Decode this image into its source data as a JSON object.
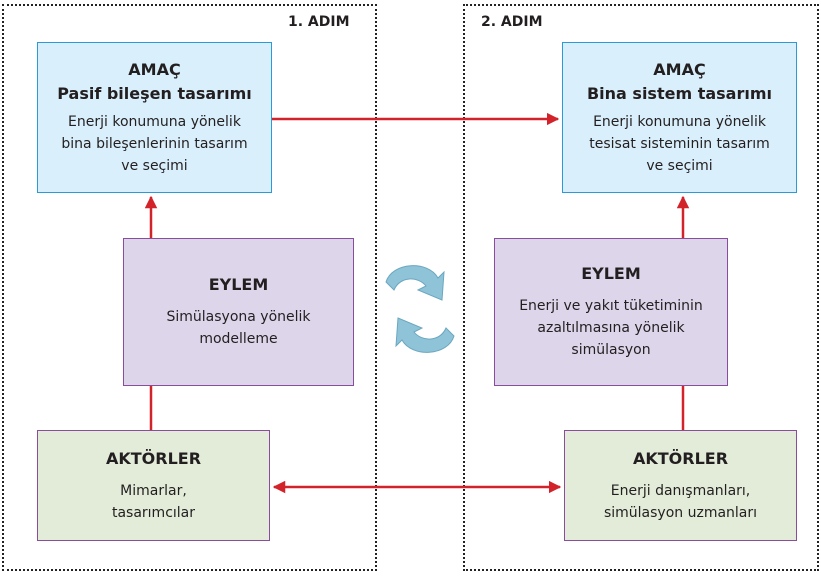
{
  "step1": {
    "label": "1. ADIM",
    "goal": {
      "title": "AMAÇ",
      "subtitle": "Pasif bileşen tasarımı",
      "text": "Enerji konumuna yönelik\nbina bileşenlerinin tasarım\nve seçimi"
    },
    "action": {
      "title": "EYLEM",
      "text": "Simülasyona yönelik\nmodelleme"
    },
    "actors": {
      "title": "AKTÖRLER",
      "text": "Mimarlar,\ntasarımcılar"
    }
  },
  "step2": {
    "label": "2. ADIM",
    "goal": {
      "title": "AMAÇ",
      "subtitle": "Bina sistem tasarımı",
      "text": "Enerji konumuna yönelik\ntesisat sisteminin tasarım\nve seçimi"
    },
    "action": {
      "title": "EYLEM",
      "text": "Enerji ve yakıt tüketiminin\nazaltılmasına yönelik\nsimülasyon"
    },
    "actors": {
      "title": "AKTÖRLER",
      "text": "Enerji danışmanları,\nsimülasyon uzmanları"
    }
  },
  "colors": {
    "arrow": "#d2232a",
    "goal_fill": "#d9effb",
    "action_fill": "#ddd5ea",
    "actors_fill": "#e2ecd9",
    "cycle_icon": "#8fc3d8"
  },
  "icons": {
    "cycle": "cycle-arrows-icon"
  }
}
